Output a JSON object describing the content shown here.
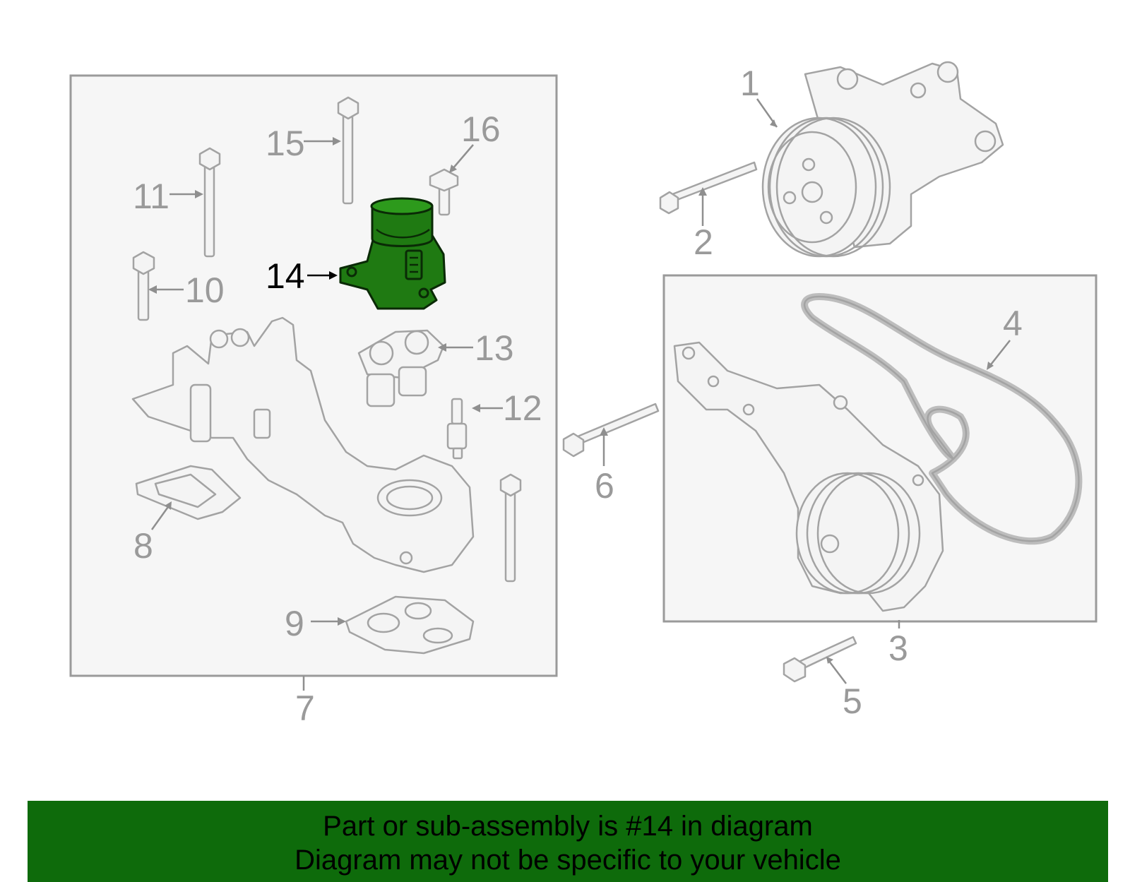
{
  "callouts": {
    "c1": "1",
    "c2": "2",
    "c3": "3",
    "c4": "4",
    "c5": "5",
    "c6": "6",
    "c7": "7",
    "c8": "8",
    "c9": "9",
    "c10": "10",
    "c11": "11",
    "c12": "12",
    "c13": "13",
    "c14": "14",
    "c15": "15",
    "c16": "16"
  },
  "highlighted_part": "14",
  "banner": {
    "line1": "Part or sub-assembly is #14 in diagram",
    "line2": "Diagram may not be specific to your vehicle"
  },
  "colors": {
    "highlight": "#1f7a12",
    "banner_bg": "#0e6b0b",
    "line_gray": "#a3a3a3"
  }
}
